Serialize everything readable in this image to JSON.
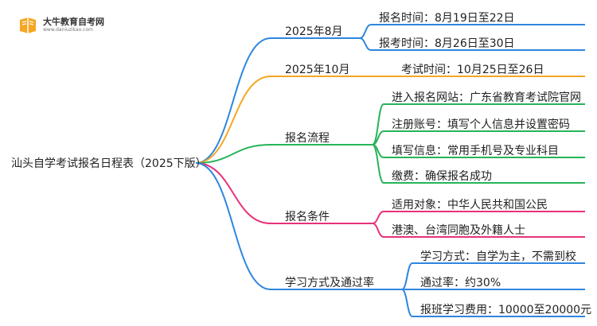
{
  "logo": {
    "name": "大牛教育自考网",
    "url": "www.daniuzikao.com"
  },
  "mindmap": {
    "root": "汕头自学考试报名日程表（2025下版）",
    "branches": [
      {
        "label": "2025年8月",
        "color": "#2e86de",
        "children": [
          "报名时间：8月19日至22日",
          "报考时间：8月26日至30日"
        ]
      },
      {
        "label": "2025年10月",
        "color": "#f5a623",
        "children": [
          "考试时间：10月25日至26日"
        ]
      },
      {
        "label": "报名流程",
        "color": "#27b35a",
        "children": [
          "进入报名网站：广东省教育考试院官网",
          "注册账号：填写个人信息并设置密码",
          "填写信息：常用手机号及专业科目",
          "缴费：确保报名成功"
        ]
      },
      {
        "label": "报名条件",
        "color": "#e8317a",
        "children": [
          "适用对象：中华人民共和国公民",
          "港澳、台湾同胞及外籍人士"
        ]
      },
      {
        "label": "学习方式及通过率",
        "color": "#2e86de",
        "children": [
          "学习方式：自学为主，不需到校",
          "通过率：约30%",
          "报班学习费用：10000至20000元"
        ]
      }
    ]
  }
}
